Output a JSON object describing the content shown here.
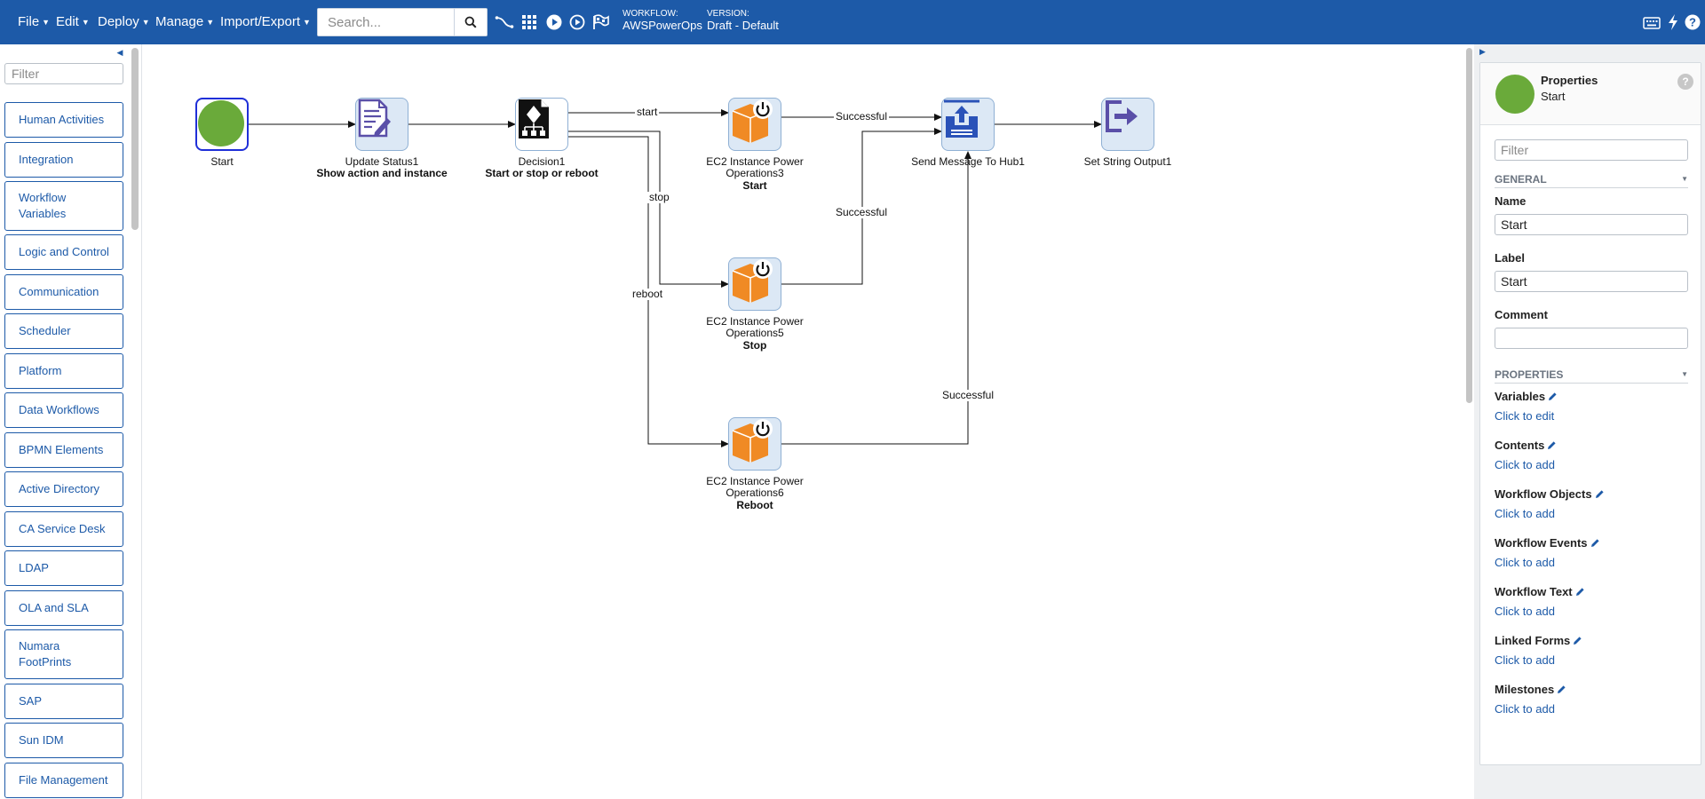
{
  "topbar": {
    "menus": [
      "File",
      "Edit",
      "Deploy",
      "Manage",
      "Import/Export"
    ],
    "search_placeholder": "Search...",
    "workflow_label": "WORKFLOW:",
    "workflow_value": "AWSPowerOps",
    "version_label": "VERSION:",
    "version_value": "Draft - Default",
    "icons": [
      "connector-icon",
      "grid-icon",
      "play-icon",
      "play-circle-icon",
      "flag-icon",
      "keyboard-icon",
      "lightning-icon",
      "help-icon"
    ]
  },
  "palette": {
    "filter_placeholder": "Filter",
    "items": [
      "Human Activities",
      "Integration",
      "Workflow Variables",
      "Logic and Control",
      "Communication",
      "Scheduler",
      "Platform",
      "Data Workflows",
      "BPMN Elements",
      "Active Directory",
      "CA Service Desk",
      "LDAP",
      "OLA and SLA",
      "Numara FootPrints",
      "SAP",
      "Sun IDM",
      "File Management"
    ]
  },
  "canvas": {
    "nodes": [
      {
        "id": "start",
        "title": "Start",
        "subtitle": "",
        "icon": "start-circle-icon",
        "selected": true
      },
      {
        "id": "update",
        "title": "Update Status1",
        "subtitle": "Show action and instance",
        "icon": "document-edit-icon"
      },
      {
        "id": "decision",
        "title": "Decision1",
        "subtitle": "Start or stop or reboot",
        "icon": "decision-icon"
      },
      {
        "id": "ec2start",
        "title": "EC2 Instance Power Operations3",
        "subtitle": "Start",
        "icon": "ec2-power-icon"
      },
      {
        "id": "ec2stop",
        "title": "EC2 Instance Power Operations5",
        "subtitle": "Stop",
        "icon": "ec2-power-icon"
      },
      {
        "id": "ec2reboot",
        "title": "EC2 Instance Power Operations6",
        "subtitle": "Reboot",
        "icon": "ec2-power-icon"
      },
      {
        "id": "sendmsg",
        "title": "Send Message To Hub1",
        "subtitle": "",
        "icon": "send-message-icon"
      },
      {
        "id": "setstring",
        "title": "Set String Output1",
        "subtitle": "",
        "icon": "exit-icon"
      }
    ],
    "edge_labels": {
      "start": "start",
      "stop": "stop",
      "reboot": "reboot",
      "successful_1": "Successful",
      "successful_2": "Successful",
      "successful_3": "Successful"
    },
    "colors": {
      "start_node": "#6aaa3a",
      "ec2_orange": "#f08a24",
      "accent": "#1d5aa8",
      "doc_purple": "#5a4fa8"
    }
  },
  "properties": {
    "title": "Properties",
    "subtitle": "Start",
    "filter_placeholder": "Filter",
    "general_heading": "GENERAL",
    "name_label": "Name",
    "name_value": "Start",
    "label_label": "Label",
    "label_value": "Start",
    "comment_label": "Comment",
    "comment_value": "",
    "properties_heading": "PROPERTIES",
    "items": [
      {
        "label": "Variables",
        "link": "Click to edit"
      },
      {
        "label": "Contents",
        "link": "Click to add"
      },
      {
        "label": "Workflow Objects",
        "link": "Click to add"
      },
      {
        "label": "Workflow Events",
        "link": "Click to add"
      },
      {
        "label": "Workflow Text",
        "link": "Click to add"
      },
      {
        "label": "Linked Forms",
        "link": "Click to add"
      },
      {
        "label": "Milestones",
        "link": "Click to add"
      }
    ]
  }
}
